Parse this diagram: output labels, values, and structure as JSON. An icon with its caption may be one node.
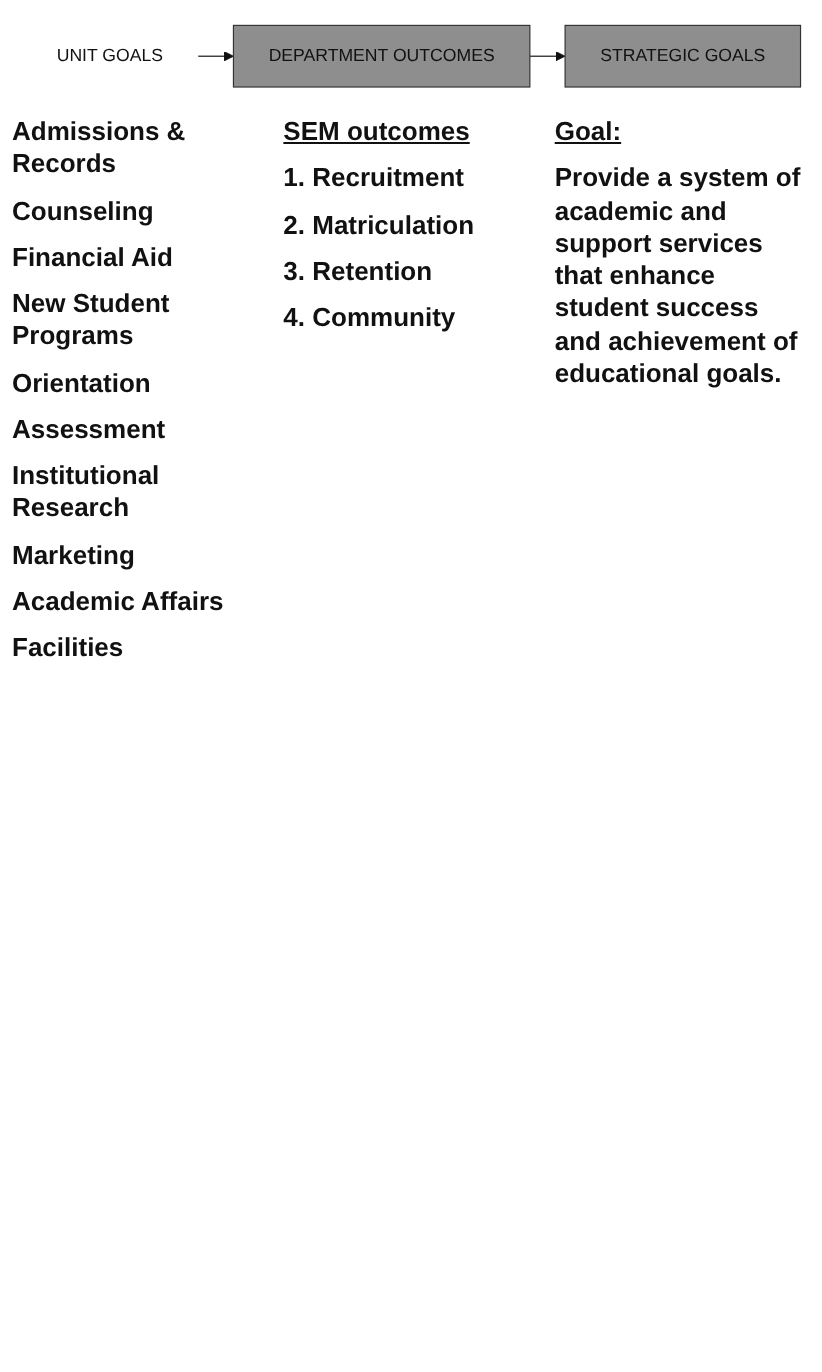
{
  "diagram": {
    "nodes": [
      {
        "text": [
          "UNIT GOALS"
        ],
        "beside": [
          "Admissions & Records",
          "Counseling",
          "Financial Aid",
          "New Student Programs",
          "Orientation",
          "Assessment",
          "Institutional Research",
          "Marketing",
          "Academic Affairs",
          "Facilities"
        ]
      },
      {
        "text": [
          "DEPARTMENT OUTCOMES"
        ],
        "beside": [
          "SEM outcomes",
          "1. Recruitment",
          "2. Matriculation",
          "3. Retention",
          "4. Community"
        ]
      },
      {
        "text": [
          "STRATEGIC GOALS"
        ],
        "beside": [
          "Goal:",
          "Provide a system of academic and support services that enhance student success and achievement of educational goals."
        ]
      }
    ],
    "edges": [
      {
        "from": 0,
        "to": 1,
        "arrow": "to"
      },
      {
        "from": 1,
        "to": 2,
        "arrow": "to"
      }
    ]
  }
}
